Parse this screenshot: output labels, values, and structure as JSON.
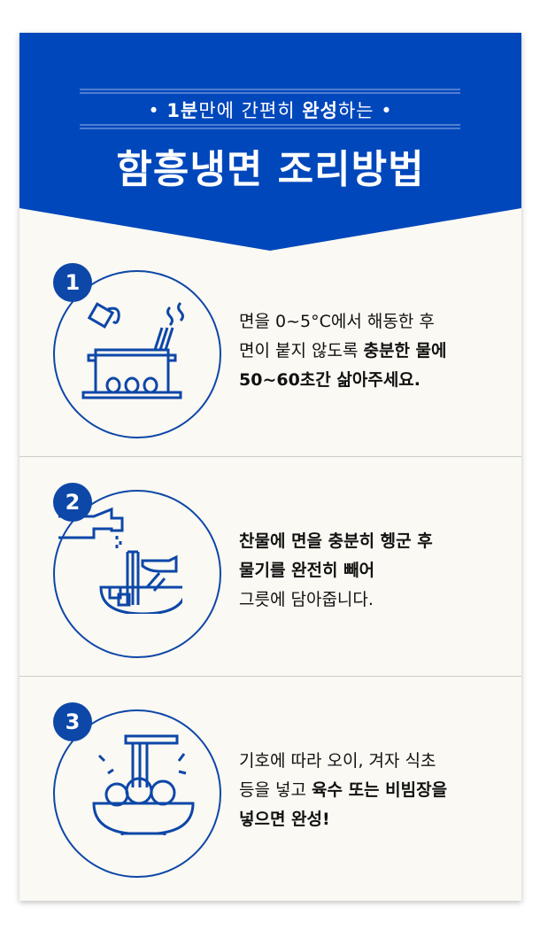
{
  "header": {
    "subtitle": [
      {
        "t": "• ",
        "b": false
      },
      {
        "t": "1분",
        "b": true
      },
      {
        "t": "만에 간편히 ",
        "b": false
      },
      {
        "t": "완성",
        "b": true
      },
      {
        "t": "하는 •",
        "b": false
      }
    ],
    "title": "함흥냉면 조리방법"
  },
  "colors": {
    "primary": "#0047BB",
    "background": "#FBF9F3"
  },
  "steps": [
    {
      "number": "1",
      "icon": "boiling-pot-icon",
      "lines": [
        [
          {
            "t": "면을 0~5°C에서 해동한 후",
            "b": false
          }
        ],
        [
          {
            "t": "면이 붙지 않도록 ",
            "b": false
          },
          {
            "t": "충분한 물에",
            "b": true
          }
        ],
        [
          {
            "t": "50~60초간 삶아주세요.",
            "b": true
          }
        ]
      ]
    },
    {
      "number": "2",
      "icon": "rinse-noodles-icon",
      "lines": [
        [
          {
            "t": "찬물에 면을 충분히 헹군 후",
            "b": true
          }
        ],
        [
          {
            "t": "물기를 완전히 빼어",
            "b": true
          }
        ],
        [
          {
            "t": "그릇에 담아줍니다.",
            "b": false
          }
        ]
      ]
    },
    {
      "number": "3",
      "icon": "noodle-bowl-icon",
      "lines": [
        [
          {
            "t": "기호에 따라 오이, 겨자 식초",
            "b": false
          }
        ],
        [
          {
            "t": "등을 넣고 ",
            "b": false
          },
          {
            "t": "육수 또는 비빔장을",
            "b": true
          }
        ],
        [
          {
            "t": "넣으면 완성!",
            "b": true
          }
        ]
      ]
    }
  ]
}
